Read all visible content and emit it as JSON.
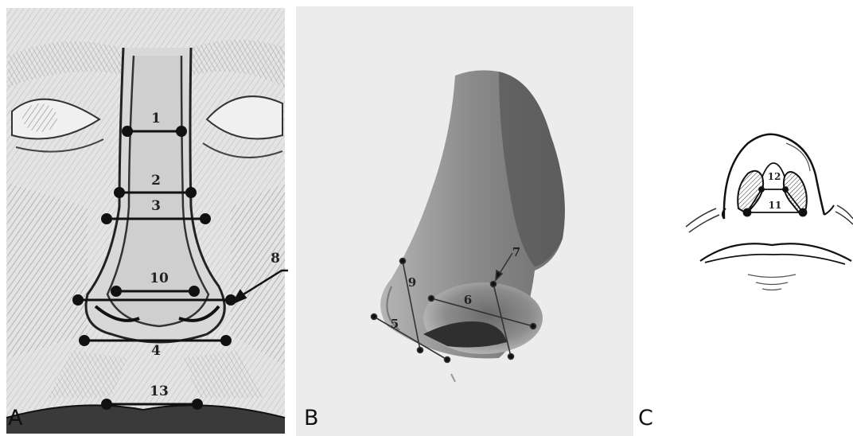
{
  "panels": {
    "a": {
      "letter": "A",
      "labels": {
        "l1": "1",
        "l2": "2",
        "l3": "3",
        "l4": "4",
        "l8": "8",
        "l10": "10",
        "l13": "13"
      }
    },
    "b": {
      "letter": "B",
      "labels": {
        "l5": "5",
        "l6": "6",
        "l7": "7",
        "l9": "9"
      }
    },
    "c": {
      "letter": "C",
      "labels": {
        "l11": "11",
        "l12": "12"
      }
    }
  },
  "colors": {
    "ink": "#111111",
    "sketch": "#555555",
    "paper_a": "#e6e6e6",
    "paper_b": "#ececec"
  }
}
